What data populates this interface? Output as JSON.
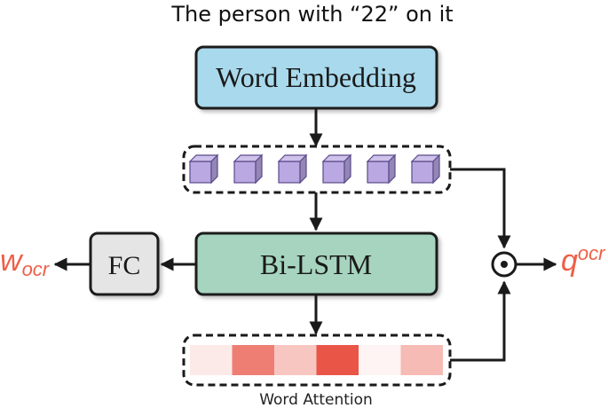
{
  "title": "The person with “22” on it",
  "nodes": {
    "word_embedding": "Word Embedding",
    "bi_lstm": "Bi-LSTM",
    "fc": "FC"
  },
  "caption": "Word Attention",
  "outputs": {
    "w_main": "w",
    "w_sub": "ocr",
    "q_main": "q",
    "q_sup": "ocr",
    "operator": "⊙"
  },
  "colors": {
    "word_embedding_fill": "#a9d9ec",
    "bi_lstm_fill": "#a6d4bf",
    "fc_fill": "#e5e5e5",
    "cube": "#b9a8e2",
    "output_label": "#ee5f47"
  },
  "embedding_cells": 6,
  "attention_weights": [
    0.12,
    0.72,
    0.32,
    0.95,
    0.06,
    0.38
  ]
}
